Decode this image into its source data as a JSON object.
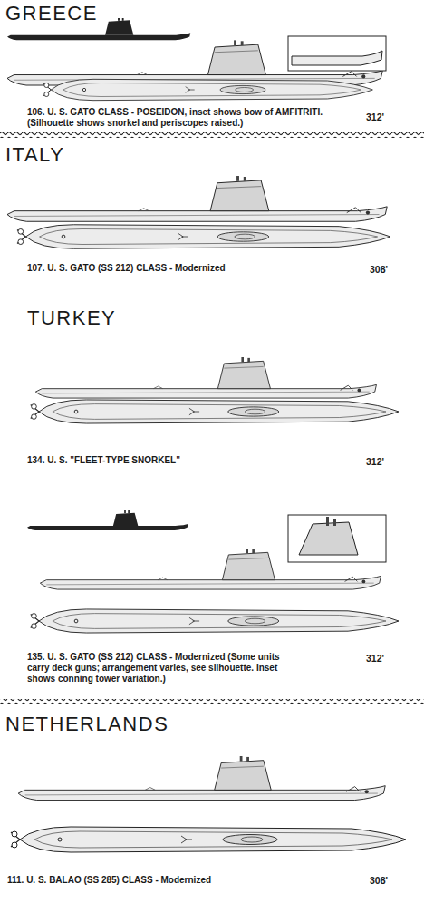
{
  "diagram": {
    "labels": [
      "GREECE",
      "106. U. S. GATO CLASS - POSEIDON, inset shows bow of AMFITRITI. (Silhouette shows snorkel and periscopes raised.)",
      "312'",
      "ITALY",
      "107. U. S. GATO (SS 212) CLASS - Modernized",
      "308'",
      "TURKEY",
      "134. U. S. \"FLEET-TYPE SNORKEL\"",
      "312'",
      "135. U. S. GATO (SS 212) CLASS - Modernized (Some units carry deck guns; arrangement varies, see silhouette. Inset shows conning tower variation.)",
      "312'",
      "NETHERLANDS",
      "111. U. S. BALAO (SS 285) CLASS - Modernized",
      "308'"
    ]
  }
}
